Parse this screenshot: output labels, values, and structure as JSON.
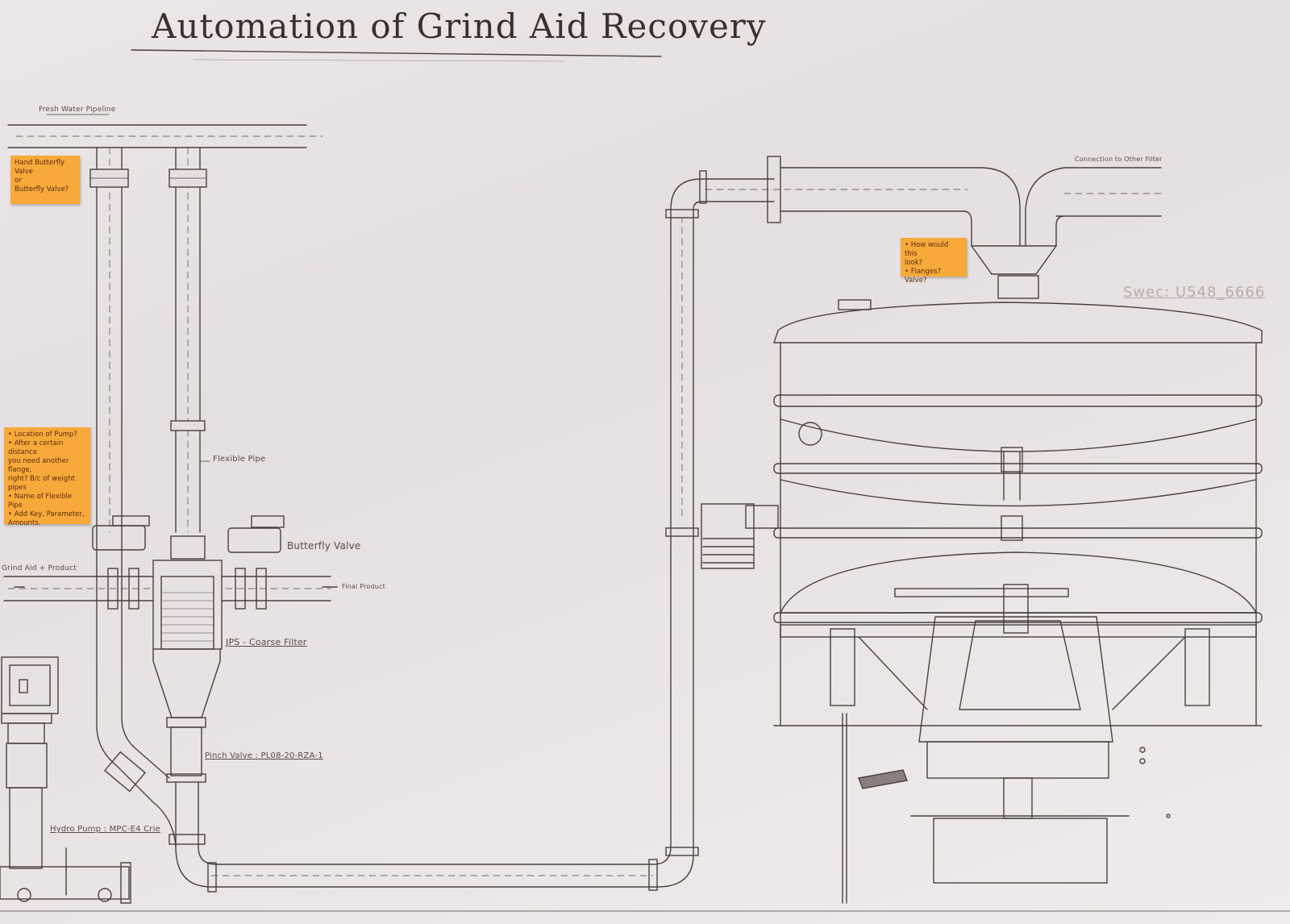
{
  "diagram": {
    "title": "Automation of Grind Aid Recovery",
    "serial": "Swec: U548_6666",
    "labels": {
      "fresh_water": "Fresh Water Pipeline",
      "connection_filter": "Connection to Other Filter",
      "flexible_pipe": "Flexible Pipe",
      "butterfly_valve": "Butterfly Valve",
      "grind_aid_product": "Grind Aid + Product",
      "final_product": "Final Product",
      "coarse_filter": "JPS - Coarse Filter",
      "pinch_valve": "Pinch Valve : PL08-20-RZA-1",
      "hydro_pump": "Hydro Pump : MPC-E4 Crie"
    },
    "notes": {
      "note1": "Hand Butterfly\nValve\nor\nButterfly Valve?",
      "note2": "• Location of Pump?\n• After a certain distance\nyou need another flange,\nright? B/c of weight pipes\n• Name of Flexible Pipe\n• Add Key, Parameter,\nAmounts.",
      "note3": "• How would this\nlook?\n• Flanges? Valve?"
    },
    "colors": {
      "paper": "#ebe5e6",
      "ink": "#4a3f3f",
      "sticky_note": "#f7a93a"
    }
  }
}
